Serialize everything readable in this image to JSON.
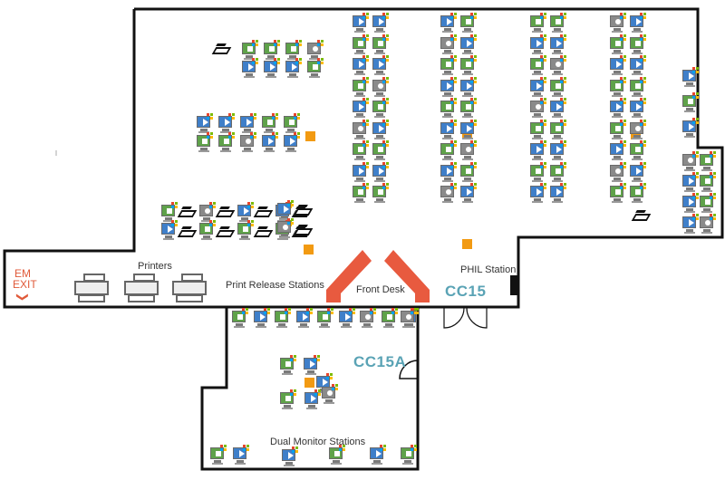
{
  "labels": {
    "room_main": "CC15",
    "room_annex": "CC15A",
    "printers": "Printers",
    "print_release": "Print Release Stations",
    "front_desk": "Front Desk",
    "phil_station": "PHIL Station",
    "dual_monitor": "Dual Monitor Stations",
    "em": "EM",
    "exit": "EXIT",
    "exit_arrow": "❯"
  },
  "colors": {
    "wall": "#111111",
    "front_desk": "#e85a3f",
    "room_label": "#5aa3b5",
    "exit": "#e05a3a",
    "service_desk": "#f29a12",
    "pc_screen": "#5fa24a",
    "mac_screen": "#3f7fc9"
  },
  "legend_icons": [
    "pc-workstation-icon",
    "mac-workstation-icon",
    "scanner-icon",
    "printer-icon",
    "service-point-icon",
    "door-icon"
  ]
}
